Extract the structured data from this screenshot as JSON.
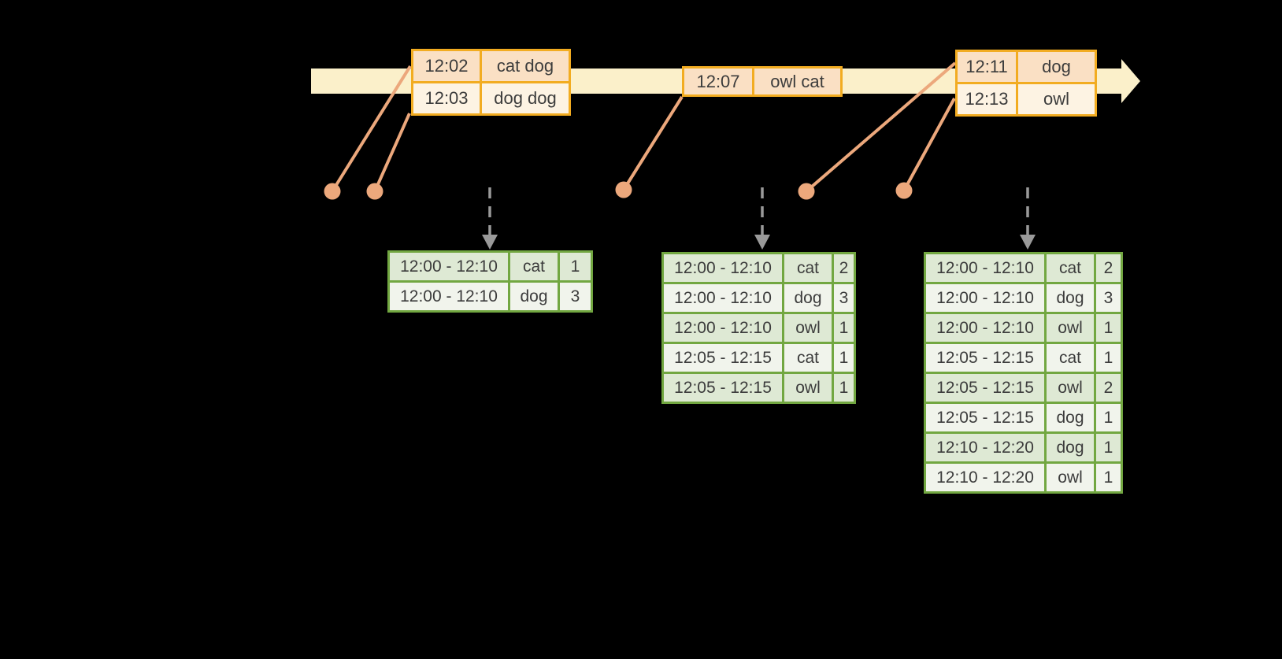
{
  "diagram": {
    "kind": "windowed-streaming-aggregation-timeline",
    "colors": {
      "background": "#000000",
      "timeline_band": "#FBF0CA",
      "event_table_border": "#F2AC21",
      "event_row_odd": "#FAE0C4",
      "event_row_even": "#FDF3E3",
      "connector_salmon": "#ECA87C",
      "trigger_arrow_gray": "#9A9A9A",
      "result_table_border": "#72A741",
      "result_row_odd": "#DEE9D4",
      "result_row_even": "#F1F4EC",
      "text": "#3C3C3C"
    }
  },
  "event_tables": [
    {
      "rows": [
        {
          "time": "12:02",
          "words": "cat dog"
        },
        {
          "time": "12:03",
          "words": "dog dog"
        }
      ]
    },
    {
      "rows": [
        {
          "time": "12:07",
          "words": "owl cat"
        }
      ]
    },
    {
      "rows": [
        {
          "time": "12:11",
          "words": "dog"
        },
        {
          "time": "12:13",
          "words": "owl"
        }
      ]
    }
  ],
  "result_tables": [
    {
      "rows": [
        {
          "window": "12:00 - 12:10",
          "word": "cat",
          "count": "1"
        },
        {
          "window": "12:00 - 12:10",
          "word": "dog",
          "count": "3"
        }
      ]
    },
    {
      "rows": [
        {
          "window": "12:00 - 12:10",
          "word": "cat",
          "count": "2"
        },
        {
          "window": "12:00 - 12:10",
          "word": "dog",
          "count": "3"
        },
        {
          "window": "12:00 - 12:10",
          "word": "owl",
          "count": "1"
        },
        {
          "window": "12:05 - 12:15",
          "word": "cat",
          "count": "1"
        },
        {
          "window": "12:05 - 12:15",
          "word": "owl",
          "count": "1"
        }
      ]
    },
    {
      "rows": [
        {
          "window": "12:00 - 12:10",
          "word": "cat",
          "count": "2"
        },
        {
          "window": "12:00 - 12:10",
          "word": "dog",
          "count": "3"
        },
        {
          "window": "12:00 - 12:10",
          "word": "owl",
          "count": "1"
        },
        {
          "window": "12:05 - 12:15",
          "word": "cat",
          "count": "1"
        },
        {
          "window": "12:05 - 12:15",
          "word": "owl",
          "count": "2"
        },
        {
          "window": "12:05 - 12:15",
          "word": "dog",
          "count": "1"
        },
        {
          "window": "12:10 - 12:20",
          "word": "dog",
          "count": "1"
        },
        {
          "window": "12:10 - 12:20",
          "word": "owl",
          "count": "1"
        }
      ]
    }
  ]
}
